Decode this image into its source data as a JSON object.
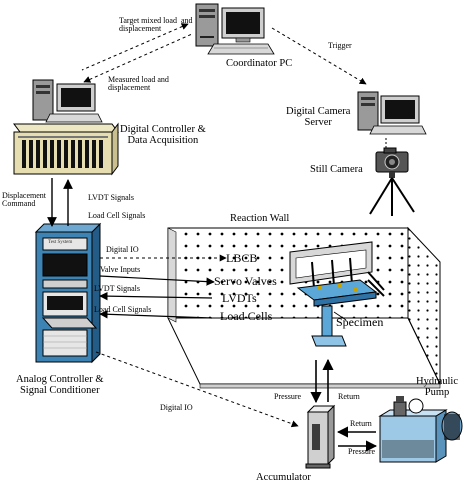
{
  "labels": {
    "coordinator_pc": "Coordinator PC",
    "target_load": "Target mixed load  and\ndisplacement",
    "measured_load": "Measured load and\ndisplacement",
    "trigger": "Trigger",
    "digital_controller": "Digital Controller &\nData Acquisition",
    "digital_camera_server": "Digital Camera\nServer",
    "still_camera": "Still Camera",
    "displacement_command": "Displacement\nCommand",
    "lvdt_signals_top": "LVDT Signals",
    "load_cell_signals_top": "Load Cell Signals",
    "reaction_wall": "Reaction Wall",
    "digital_io_top": "Digital IO",
    "valve_inputs": "Valve Inputs",
    "lvdt_signals_bottom": "LVDT Signals",
    "load_cell_signals_bottom": "Load Cell Signals",
    "lbcb": "LBCB",
    "servo_valves": "Servo Valves",
    "lvdts": "LVDTs",
    "load_cells": "Load Cells",
    "specimen": "Specimen",
    "analog_controller": "Analog Controller &\nSignal Conditioner",
    "digital_io_bottom": "Digital IO",
    "pressure_vertical": "Pressure",
    "return_vertical": "Return",
    "hydraulic_pump": "Hydraulic\nPump",
    "return_horizontal": "Return",
    "pressure_horizontal": "Pressure",
    "accumulator": "Accumulator",
    "test_system_badge": "Test System"
  }
}
